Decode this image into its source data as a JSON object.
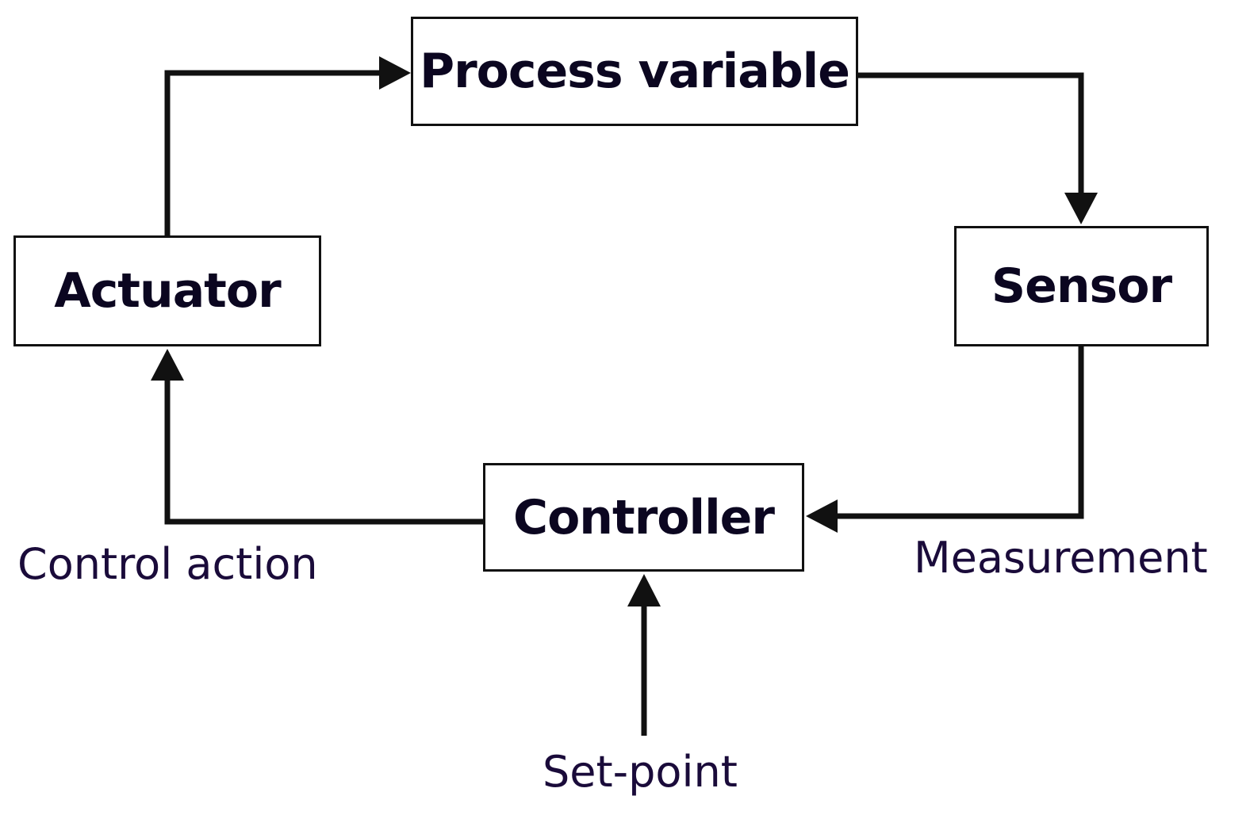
{
  "nodes": {
    "process_variable": "Process variable",
    "sensor": "Sensor",
    "controller": "Controller",
    "actuator": "Actuator"
  },
  "edge_labels": {
    "measurement": "Measurement",
    "control_action": "Control action",
    "set_point": "Set-point"
  },
  "colors": {
    "line": "#111111",
    "node_text": "#0b0620",
    "label_text": "#1a0b3a"
  }
}
